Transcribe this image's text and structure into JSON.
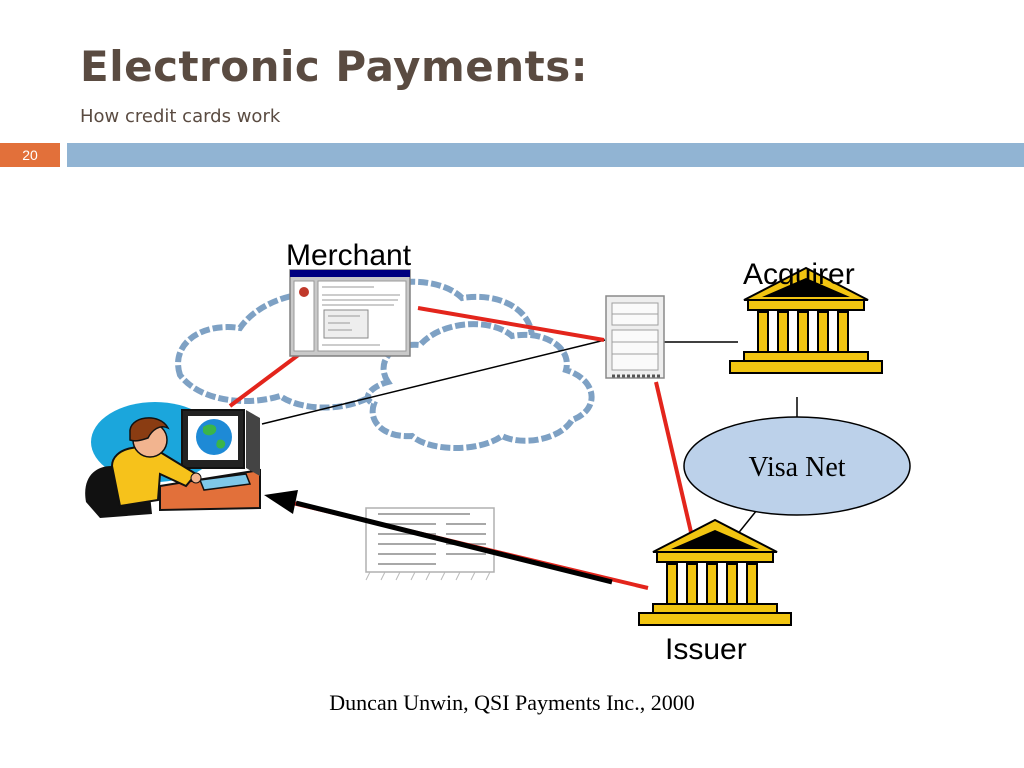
{
  "slide": {
    "title": "Electronic Payments:",
    "subtitle": "How credit cards work",
    "number": "20"
  },
  "diagram": {
    "merchant_label": "Merchant",
    "acquirer_label": "Acquirer",
    "network_label": "Visa Net",
    "issuer_label": "Issuer"
  },
  "footer": {
    "credit": "Duncan Unwin, QSI Payments Inc., 2000"
  },
  "colors": {
    "title": "#5a4b41",
    "accent_orange": "#e2703a",
    "band_blue": "#91b4d3",
    "flow_red": "#e3251c",
    "bank_gold": "#f2c511",
    "visa_net_fill": "#bcd1ea"
  }
}
